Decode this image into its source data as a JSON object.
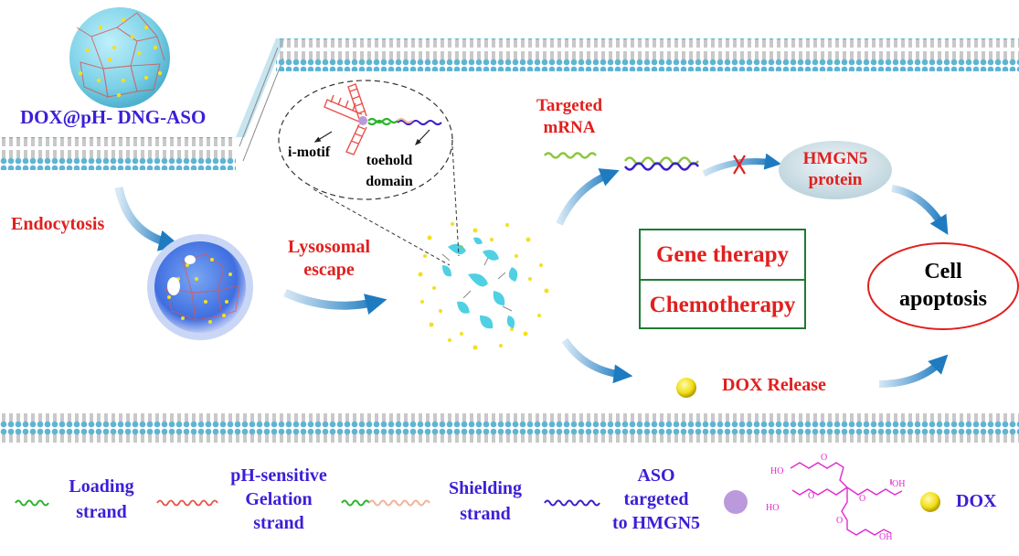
{
  "labels": {
    "nanogel": "DOX@pH- DNG-ASO",
    "endocytosis": "Endocytosis",
    "lysosomal_escape_1": "Lysosomal",
    "lysosomal_escape_2": "escape",
    "i_motif": "i-motif",
    "toehold_1": "toehold",
    "toehold_2": "domain",
    "targeted_mrna_1": "Targeted",
    "targeted_mrna_2": "mRNA",
    "hmgn5_1": "HMGN5",
    "hmgn5_2": "protein",
    "gene_therapy": "Gene therapy",
    "chemotherapy": "Chemotherapy",
    "cell_apoptosis_1": "Cell",
    "cell_apoptosis_2": "apoptosis",
    "dox_release": "DOX Release"
  },
  "legend": {
    "loading_1": "Loading",
    "loading_2": "strand",
    "gelation_1": "pH-sensitive",
    "gelation_2": "Gelation",
    "gelation_3": "strand",
    "shielding_1": "Shielding",
    "shielding_2": "strand",
    "aso_1": "ASO",
    "aso_2": "targeted",
    "aso_3": "to HMGN5",
    "dox": "DOX",
    "peg_ho": "HO",
    "peg_oh": "OH",
    "peg_o": "O"
  },
  "colors": {
    "membrane": "#5fb4d3",
    "red_text": "#e0201e",
    "blue_text": "#3a1fd6",
    "arrow": "#2a86c4",
    "loading": "#2bb52b",
    "gelation": "#e8524a",
    "shielding_a": "#2bb52b",
    "shielding_b": "#f0b49a",
    "aso": "#3b1fc9",
    "target_mrna": "#8cc63f",
    "crosslinker": "#bb99dd",
    "dox": "#f2e020",
    "peg": "#e02ad0"
  },
  "icons": [
    "nanogel-sphere-icon",
    "endosome-icon",
    "degraded-nanogel-icon",
    "dna-wave-icon",
    "dox-sphere-icon",
    "block-x-icon"
  ]
}
